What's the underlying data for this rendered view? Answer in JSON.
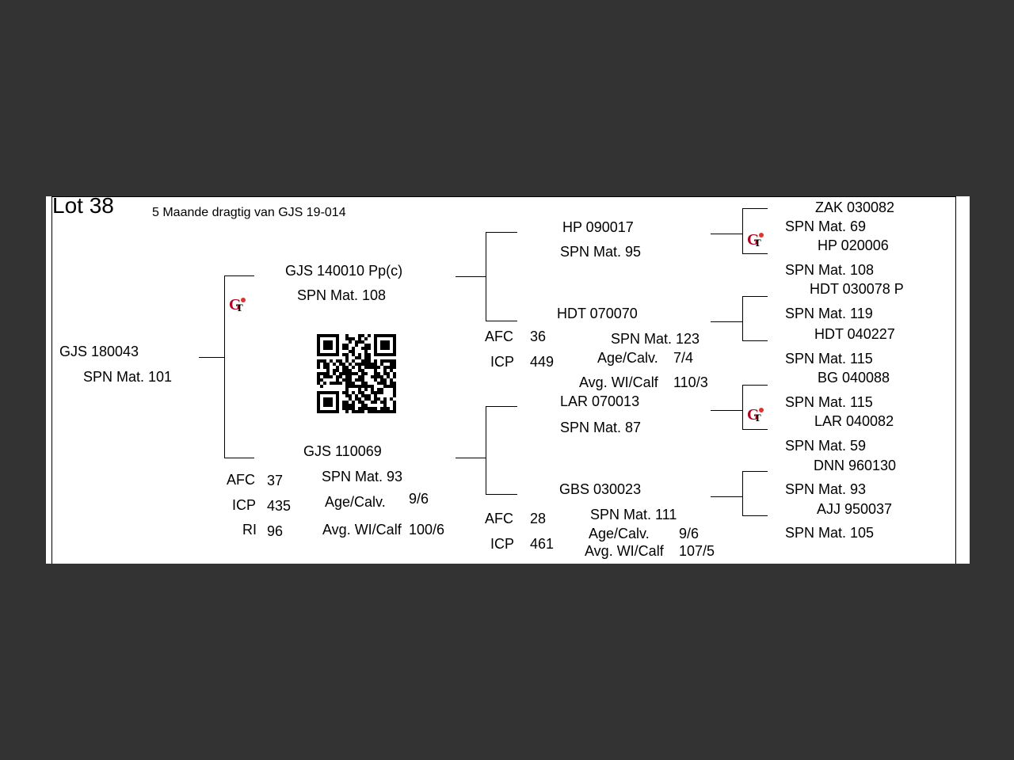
{
  "lot": {
    "title": "Lot 38",
    "subtitle": "5 Maande dragtig van GJS 19-014"
  },
  "animal": {
    "id": "GJS 180043",
    "spn": "SPN Mat. 101"
  },
  "sire": {
    "id": "GJS 140010  Pp(c)",
    "spn": "SPN Mat. 108"
  },
  "dam": {
    "id": "GJS 110069",
    "spn": "SPN Mat. 93",
    "afc_label": "AFC",
    "afc": "37",
    "icp_label": "ICP",
    "icp": "435",
    "ri_label": "RI",
    "ri": "96",
    "agecalv_label": "Age/Calv.",
    "agecalv": "9/6",
    "avgwi_label": "Avg. WI/Calf",
    "avgwi": "100/6"
  },
  "ss": {
    "id": "HP  090017",
    "spn": "SPN Mat. 95"
  },
  "sd": {
    "id": "HDT 070070",
    "spn": "SPN Mat. 123",
    "afc_label": "AFC",
    "afc": "36",
    "icp_label": "ICP",
    "icp": "449",
    "agecalv_label": "Age/Calv.",
    "agecalv": "7/4",
    "avgwi_label": "Avg. WI/Calf",
    "avgwi": "110/3"
  },
  "ds": {
    "id": "LAR 070013",
    "spn": "SPN Mat. 87"
  },
  "dd": {
    "id": "GBS 030023",
    "spn": "SPN Mat. 111",
    "afc_label": "AFC",
    "afc": "28",
    "icp_label": "ICP",
    "icp": "461",
    "agecalv_label": "Age/Calv.",
    "agecalv": "9/6",
    "avgwi_label": "Avg. WI/Calf",
    "avgwi": "107/5"
  },
  "gen3": [
    {
      "id": "ZAK 030082",
      "spn": "SPN Mat. 69"
    },
    {
      "id": "HP  020006",
      "spn": "SPN Mat. 108"
    },
    {
      "id": "HDT 030078  P",
      "spn": "SPN Mat. 119"
    },
    {
      "id": "HDT 040227",
      "spn": "SPN Mat. 115"
    },
    {
      "id": "BG  040088",
      "spn": "SPN Mat. 115"
    },
    {
      "id": "LAR 040082",
      "spn": "SPN Mat. 59"
    },
    {
      "id": "DNN 960130",
      "spn": "SPN Mat. 93"
    },
    {
      "id": "AJJ 950037",
      "spn": "SPN Mat. 105"
    }
  ],
  "icons": {
    "logo": "gt-logo-icon",
    "qr": "qr-code-icon",
    "accent": "#b00020"
  }
}
